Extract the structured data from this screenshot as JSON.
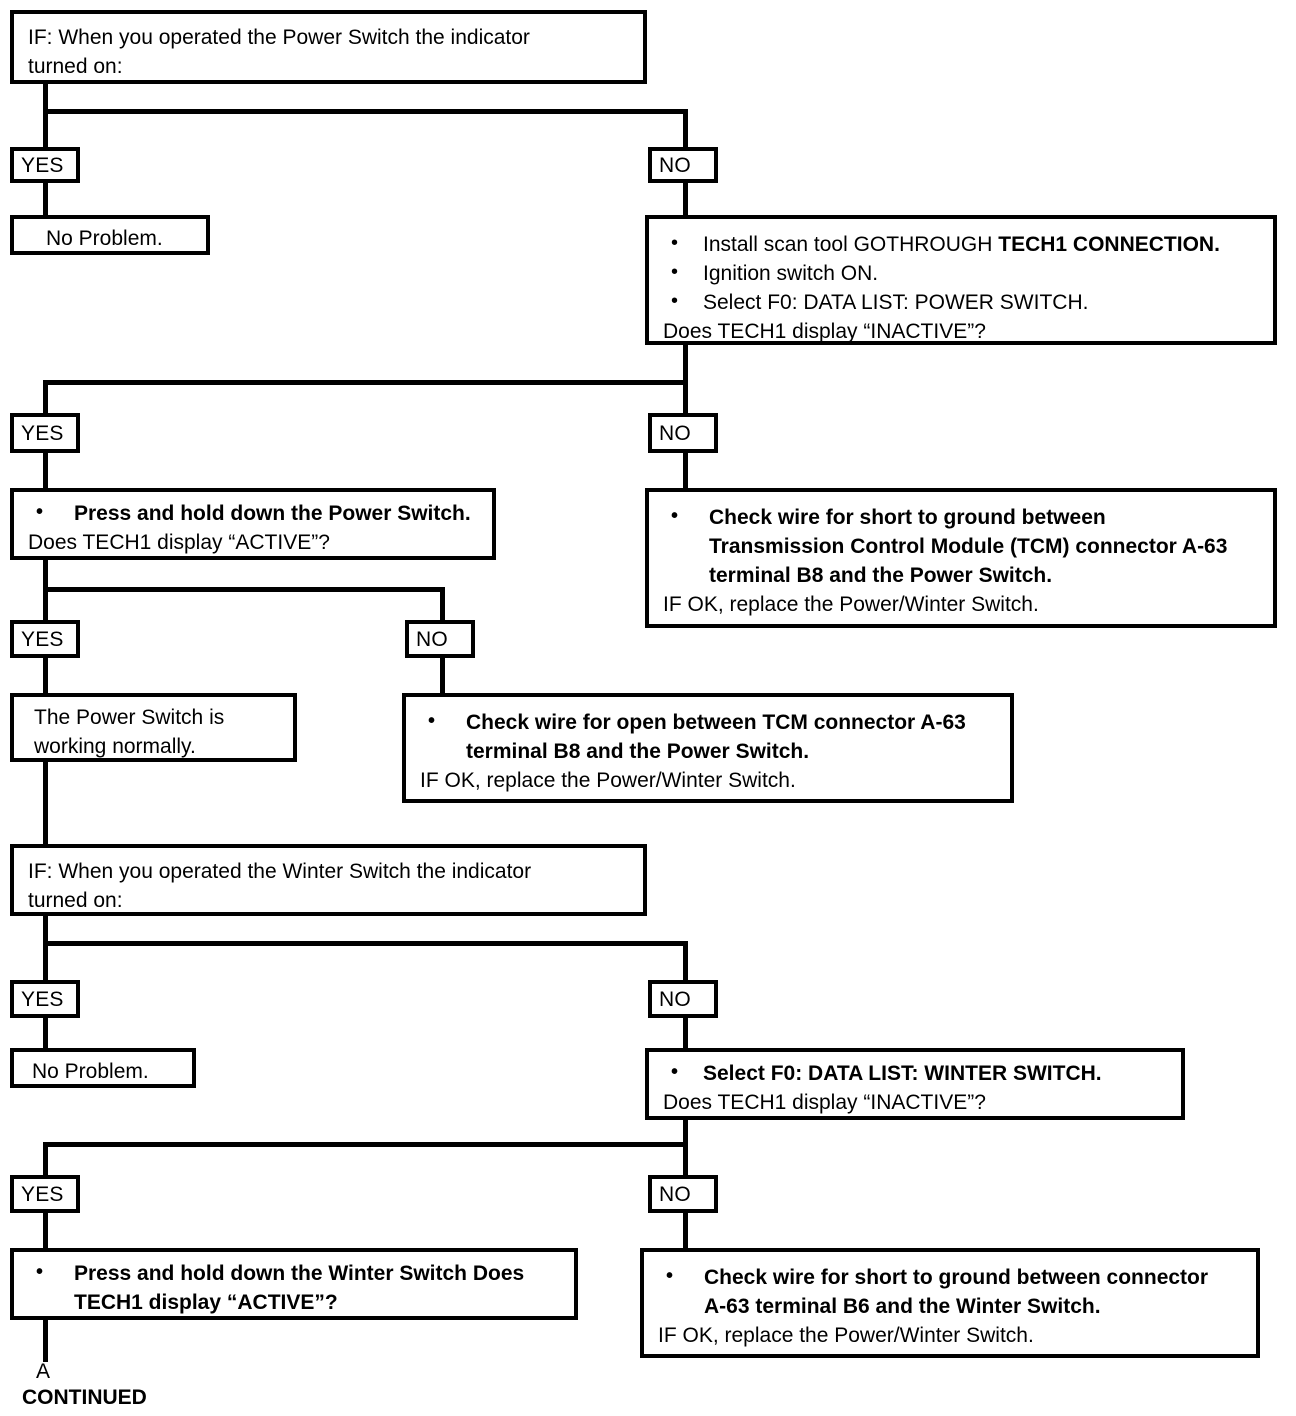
{
  "diagram": {
    "title": "Power / Winter Switch diagnostic flowchart",
    "line_color": "#000000",
    "box_fill": "#ffffff",
    "nodes": {
      "q1": {
        "line1": "IF: When you operated the Power Switch the indicator",
        "line2": "turned on:"
      },
      "q1_yes_label": "YES",
      "q1_no_label": "NO",
      "noproblem1": "No Problem.",
      "tech1": {
        "b1_pre": "Install scan tool GOTHROUGH ",
        "b1_bold": "TECH1 CONNECTION.",
        "b2": "Ignition switch ON.",
        "b3": "Select F0:  DATA LIST: POWER SWITCH.",
        "q": "Does TECH1 display “INACTIVE”?"
      },
      "q2_yes_label": "YES",
      "q2_no_label": "NO",
      "press_power": {
        "b1": "Press and hold down the Power Switch.",
        "q": "Does TECH1 display “ACTIVE”?"
      },
      "short_power": {
        "b1": "Check wire for short to ground between",
        "b2": "Transmission Control Module (TCM) connector A-63",
        "b3": "terminal B8 and the Power Switch.",
        "q": "IF OK, replace the Power/Winter Switch."
      },
      "q3_yes_label": "YES",
      "q3_no_label": "NO",
      "working_normally": {
        "line1": "The Power Switch is",
        "line2": "working normally."
      },
      "open_power": {
        "b1": "Check wire for open between TCM connector A-63",
        "b2": "terminal B8 and the Power Switch.",
        "q": "IF OK, replace the Power/Winter Switch."
      },
      "q4": {
        "line1": "IF:  When you operated the Winter Switch the indicator",
        "line2": "turned on:"
      },
      "q4_yes_label": "YES",
      "q4_no_label": "NO",
      "noproblem2": "No Problem.",
      "winter_data": {
        "b1": "Select F0:  DATA LIST: WINTER SWITCH.",
        "q": "Does TECH1 display “INACTIVE”?"
      },
      "q5_yes_label": "YES",
      "q5_no_label": "NO",
      "press_winter": {
        "b1": "Press and hold down the Winter Switch Does",
        "b2": "TECH1 display “ACTIVE”?"
      },
      "short_winter": {
        "b1": "Check wire for short to ground between connector",
        "b2": "A-63 terminal B6 and the Winter Switch.",
        "q": "IF OK, replace the Power/Winter Switch."
      },
      "terminal_a": "A",
      "terminal_continued": "CONTINUED"
    }
  }
}
